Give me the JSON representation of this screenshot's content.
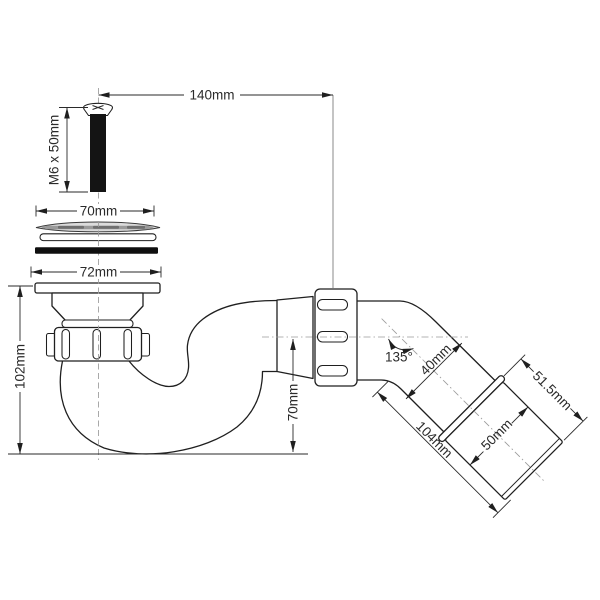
{
  "drawing": {
    "dimensions": {
      "overall_width": "140mm",
      "screw": "M6 x 50mm",
      "waste_grid_width": "70mm",
      "flange_width": "72mm",
      "overall_height": "102mm",
      "water_seal_depth": "70mm",
      "outlet_angle": "135°",
      "pipe_width": "40mm",
      "outlet_length": "104mm",
      "outlet_bore": "50mm",
      "socket_length": "51.5mm"
    },
    "colors": {
      "line": "#1f1f1f",
      "dim": "#2a2a2a",
      "centerline": "#9b9b9b",
      "guide": "#8a8a8a",
      "fill": "#ffffff",
      "seal": "#0f0f0f",
      "screw": "#141414",
      "strainer_light": "#dcdcdc",
      "strainer_mid": "#9a9a9a",
      "strainer_dark": "#6f6f6f",
      "background": "#ffffff"
    }
  }
}
